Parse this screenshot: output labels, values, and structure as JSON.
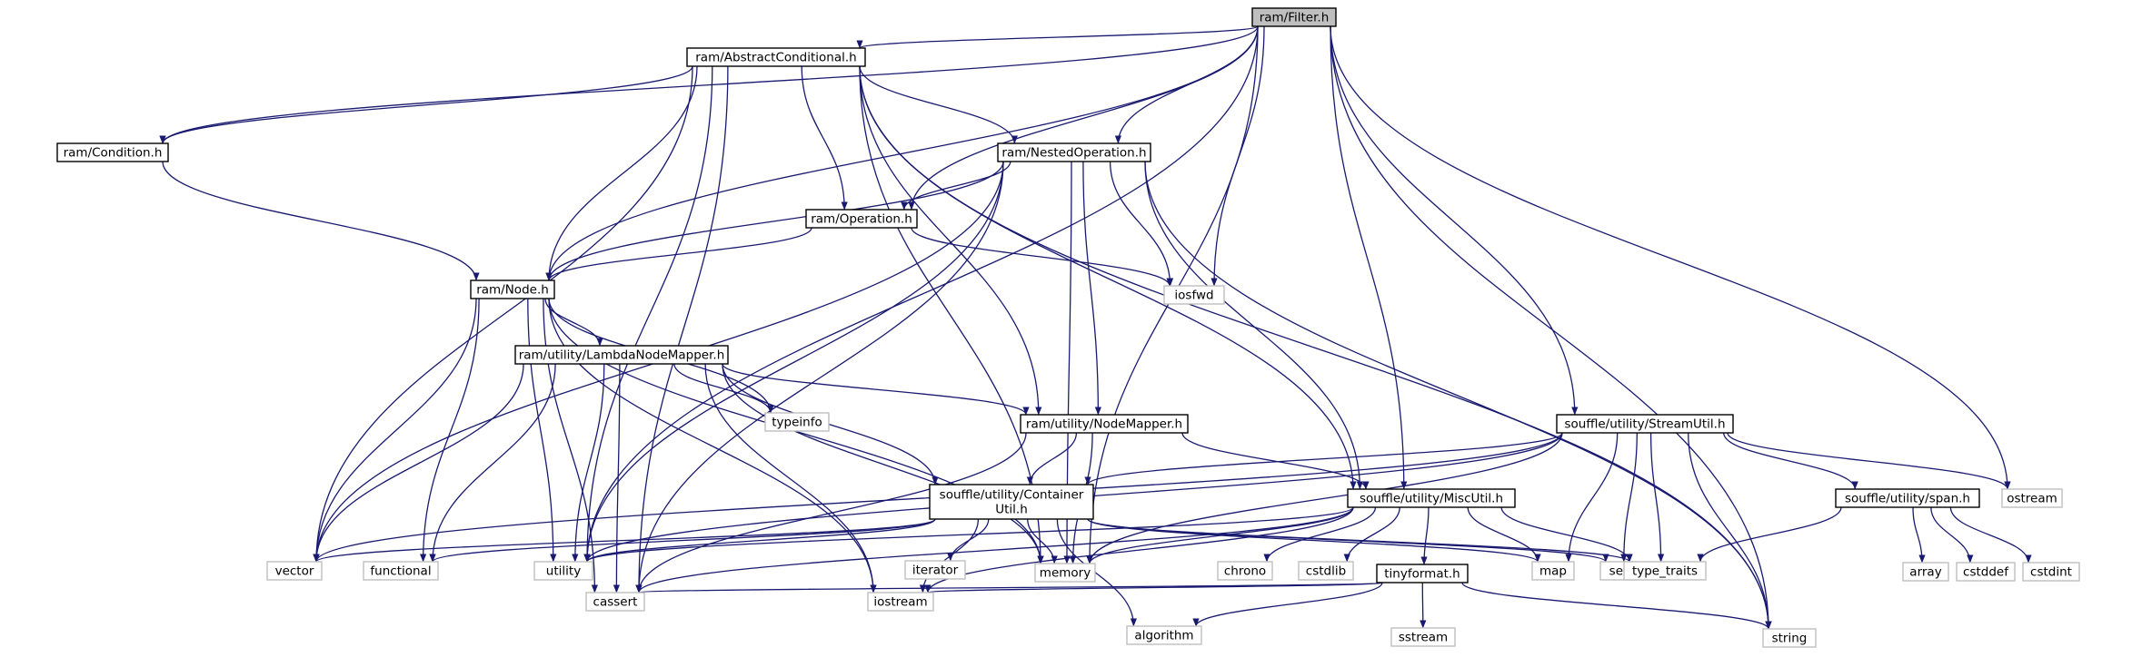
{
  "colors": {
    "edge": "#191970",
    "header_fill": "#bfbfbf",
    "internal_border": "#000000",
    "external_border": "#bfbfbf",
    "external_text": "#000000"
  },
  "nodes": [
    {
      "id": "filter",
      "label": "ram/Filter.h",
      "kind": "header"
    },
    {
      "id": "abstractcond",
      "label": "ram/AbstractConditional.h",
      "kind": "internal"
    },
    {
      "id": "condition",
      "label": "ram/Condition.h",
      "kind": "internal"
    },
    {
      "id": "nestedop",
      "label": "ram/NestedOperation.h",
      "kind": "internal"
    },
    {
      "id": "operation",
      "label": "ram/Operation.h",
      "kind": "internal"
    },
    {
      "id": "node",
      "label": "ram/Node.h",
      "kind": "internal"
    },
    {
      "id": "lambdanm",
      "label": "ram/utility/LambdaNodeMapper.h",
      "kind": "internal"
    },
    {
      "id": "nodemapper",
      "label": "ram/utility/NodeMapper.h",
      "kind": "internal"
    },
    {
      "id": "streamutil",
      "label": "souffle/utility/StreamUtil.h",
      "kind": "internal"
    },
    {
      "id": "containerutil",
      "label": "souffle/utility/Container\nUtil.h",
      "kind": "internal"
    },
    {
      "id": "miscutil",
      "label": "souffle/utility/MiscUtil.h",
      "kind": "internal"
    },
    {
      "id": "span",
      "label": "souffle/utility/span.h",
      "kind": "internal"
    },
    {
      "id": "tinyformat",
      "label": "tinyformat.h",
      "kind": "internal"
    },
    {
      "id": "iosfwd",
      "label": "iosfwd",
      "kind": "external"
    },
    {
      "id": "typeinfo",
      "label": "typeinfo",
      "kind": "external"
    },
    {
      "id": "ostream",
      "label": "ostream",
      "kind": "external"
    },
    {
      "id": "vector",
      "label": "vector",
      "kind": "external"
    },
    {
      "id": "functional",
      "label": "functional",
      "kind": "external"
    },
    {
      "id": "utility",
      "label": "utility",
      "kind": "external"
    },
    {
      "id": "iterator",
      "label": "iterator",
      "kind": "external"
    },
    {
      "id": "memory",
      "label": "memory",
      "kind": "external"
    },
    {
      "id": "chrono",
      "label": "chrono",
      "kind": "external"
    },
    {
      "id": "cstdlib",
      "label": "cstdlib",
      "kind": "external"
    },
    {
      "id": "map",
      "label": "map",
      "kind": "external"
    },
    {
      "id": "set",
      "label": "set",
      "kind": "external"
    },
    {
      "id": "type_traits",
      "label": "type_traits",
      "kind": "external"
    },
    {
      "id": "array",
      "label": "array",
      "kind": "external"
    },
    {
      "id": "cstddef",
      "label": "cstddef",
      "kind": "external"
    },
    {
      "id": "cstdint",
      "label": "cstdint",
      "kind": "external"
    },
    {
      "id": "cassert",
      "label": "cassert",
      "kind": "external"
    },
    {
      "id": "iostream",
      "label": "iostream",
      "kind": "external"
    },
    {
      "id": "algorithm",
      "label": "algorithm",
      "kind": "external"
    },
    {
      "id": "sstream",
      "label": "sstream",
      "kind": "external"
    },
    {
      "id": "string",
      "label": "string",
      "kind": "external"
    }
  ],
  "edges": [
    [
      "filter",
      "abstractcond"
    ],
    [
      "filter",
      "condition"
    ],
    [
      "filter",
      "nestedop"
    ],
    [
      "filter",
      "operation"
    ],
    [
      "filter",
      "node"
    ],
    [
      "filter",
      "iosfwd"
    ],
    [
      "filter",
      "streamutil"
    ],
    [
      "filter",
      "miscutil"
    ],
    [
      "filter",
      "memory"
    ],
    [
      "filter",
      "ostream"
    ],
    [
      "filter",
      "string"
    ],
    [
      "filter",
      "utility"
    ],
    [
      "abstractcond",
      "condition"
    ],
    [
      "abstractcond",
      "nestedop"
    ],
    [
      "abstractcond",
      "operation"
    ],
    [
      "abstractcond",
      "node"
    ],
    [
      "abstractcond",
      "nodemapper"
    ],
    [
      "abstractcond",
      "miscutil"
    ],
    [
      "abstractcond",
      "memory"
    ],
    [
      "abstractcond",
      "string"
    ],
    [
      "abstractcond",
      "vector"
    ],
    [
      "abstractcond",
      "utility"
    ],
    [
      "abstractcond",
      "cassert"
    ],
    [
      "condition",
      "node"
    ],
    [
      "nestedop",
      "operation"
    ],
    [
      "nestedop",
      "node"
    ],
    [
      "nestedop",
      "iosfwd"
    ],
    [
      "nestedop",
      "nodemapper"
    ],
    [
      "nestedop",
      "miscutil"
    ],
    [
      "nestedop",
      "memory"
    ],
    [
      "nestedop",
      "string"
    ],
    [
      "nestedop",
      "vector"
    ],
    [
      "nestedop",
      "utility"
    ],
    [
      "nestedop",
      "cassert"
    ],
    [
      "operation",
      "node"
    ],
    [
      "operation",
      "iosfwd"
    ],
    [
      "node",
      "lambdanm"
    ],
    [
      "node",
      "typeinfo"
    ],
    [
      "node",
      "vector"
    ],
    [
      "node",
      "functional"
    ],
    [
      "node",
      "utility"
    ],
    [
      "node",
      "memory"
    ],
    [
      "node",
      "cassert"
    ],
    [
      "node",
      "iostream"
    ],
    [
      "lambdanm",
      "nodemapper"
    ],
    [
      "lambdanm",
      "typeinfo"
    ],
    [
      "lambdanm",
      "containerutil"
    ],
    [
      "lambdanm",
      "vector"
    ],
    [
      "lambdanm",
      "functional"
    ],
    [
      "lambdanm",
      "utility"
    ],
    [
      "lambdanm",
      "memory"
    ],
    [
      "lambdanm",
      "cassert"
    ],
    [
      "lambdanm",
      "iostream"
    ],
    [
      "nodemapper",
      "containerutil"
    ],
    [
      "nodemapper",
      "miscutil"
    ],
    [
      "nodemapper",
      "memory"
    ],
    [
      "nodemapper",
      "cassert"
    ],
    [
      "streamutil",
      "containerutil"
    ],
    [
      "streamutil",
      "span"
    ],
    [
      "streamutil",
      "ostream"
    ],
    [
      "streamutil",
      "vector"
    ],
    [
      "streamutil",
      "memory"
    ],
    [
      "streamutil",
      "map"
    ],
    [
      "streamutil",
      "set"
    ],
    [
      "streamutil",
      "type_traits"
    ],
    [
      "streamutil",
      "string"
    ],
    [
      "streamutil",
      "utility"
    ],
    [
      "containerutil",
      "vector"
    ],
    [
      "containerutil",
      "functional"
    ],
    [
      "containerutil",
      "utility"
    ],
    [
      "containerutil",
      "iterator"
    ],
    [
      "containerutil",
      "memory"
    ],
    [
      "containerutil",
      "algorithm"
    ],
    [
      "containerutil",
      "map"
    ],
    [
      "containerutil",
      "set"
    ],
    [
      "containerutil",
      "type_traits"
    ],
    [
      "containerutil",
      "iostream"
    ],
    [
      "miscutil",
      "tinyformat"
    ],
    [
      "miscutil",
      "chrono"
    ],
    [
      "miscutil",
      "cstdlib"
    ],
    [
      "miscutil",
      "memory"
    ],
    [
      "miscutil",
      "utility"
    ],
    [
      "miscutil",
      "type_traits"
    ],
    [
      "miscutil",
      "map"
    ],
    [
      "miscutil",
      "iostream"
    ],
    [
      "miscutil",
      "cassert"
    ],
    [
      "span",
      "array"
    ],
    [
      "span",
      "cstddef"
    ],
    [
      "span",
      "cstdint"
    ],
    [
      "span",
      "type_traits"
    ],
    [
      "tinyformat",
      "cassert"
    ],
    [
      "tinyformat",
      "iostream"
    ],
    [
      "tinyformat",
      "algorithm"
    ],
    [
      "tinyformat",
      "sstream"
    ],
    [
      "tinyformat",
      "string"
    ]
  ]
}
